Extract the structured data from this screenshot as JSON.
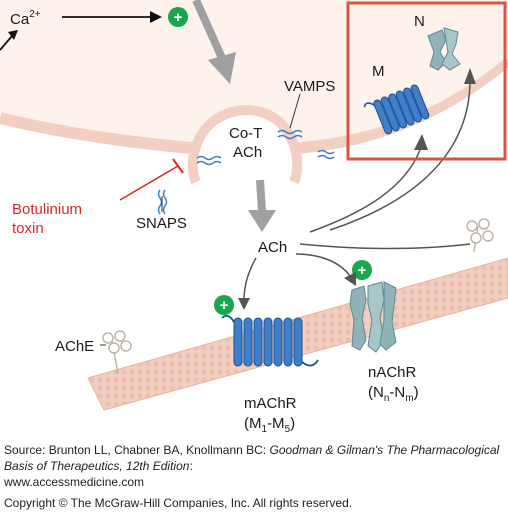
{
  "diagram": {
    "labels": {
      "ca": "Ca",
      "ca_sup": "2+",
      "vamps": "VAMPS",
      "co_t": "Co-T",
      "ach_vesicle": "ACh",
      "botulinium": "Botulinium",
      "toxin": "toxin",
      "snaps": "SNAPS",
      "ach_cleft": "ACh",
      "ache": "AChE",
      "machr": "mAChR",
      "machr_range_open": "(M",
      "machr_sub1": "1",
      "machr_dash": "-M",
      "machr_sub2": "5",
      "machr_close": ")",
      "nachr": "nAChR",
      "nachr_range_open": "(N",
      "nachr_sub1": "n",
      "nachr_dash": "-N",
      "nachr_sub2": "m",
      "nachr_close": ")",
      "n_receptor": "N",
      "m_receptor": "M",
      "plus": "+"
    },
    "colors": {
      "membrane": "#f2cfc0",
      "membrane_edge": "#e6b39f",
      "receptor_blue": "#3f7fc8",
      "receptor_dark": "#1c4f9a",
      "nicotinic": "#8fb3b8",
      "plus_green": "#1aa64a",
      "arrow_gray": "#9b9b9b",
      "highlight_box": "#d9553f",
      "botulinium_red": "#d9262c"
    }
  },
  "source": {
    "prefix": "Source: Brunton LL, Chabner BA, Knollmann BC: ",
    "book_title": "Goodman & Gilman's The Pharmacological Basis of Therapeutics, 12th Edition",
    "suffix": ":",
    "url": "www.accessmedicine.com"
  },
  "copyright": "Copyright © The McGraw-Hill Companies, Inc. All rights reserved."
}
